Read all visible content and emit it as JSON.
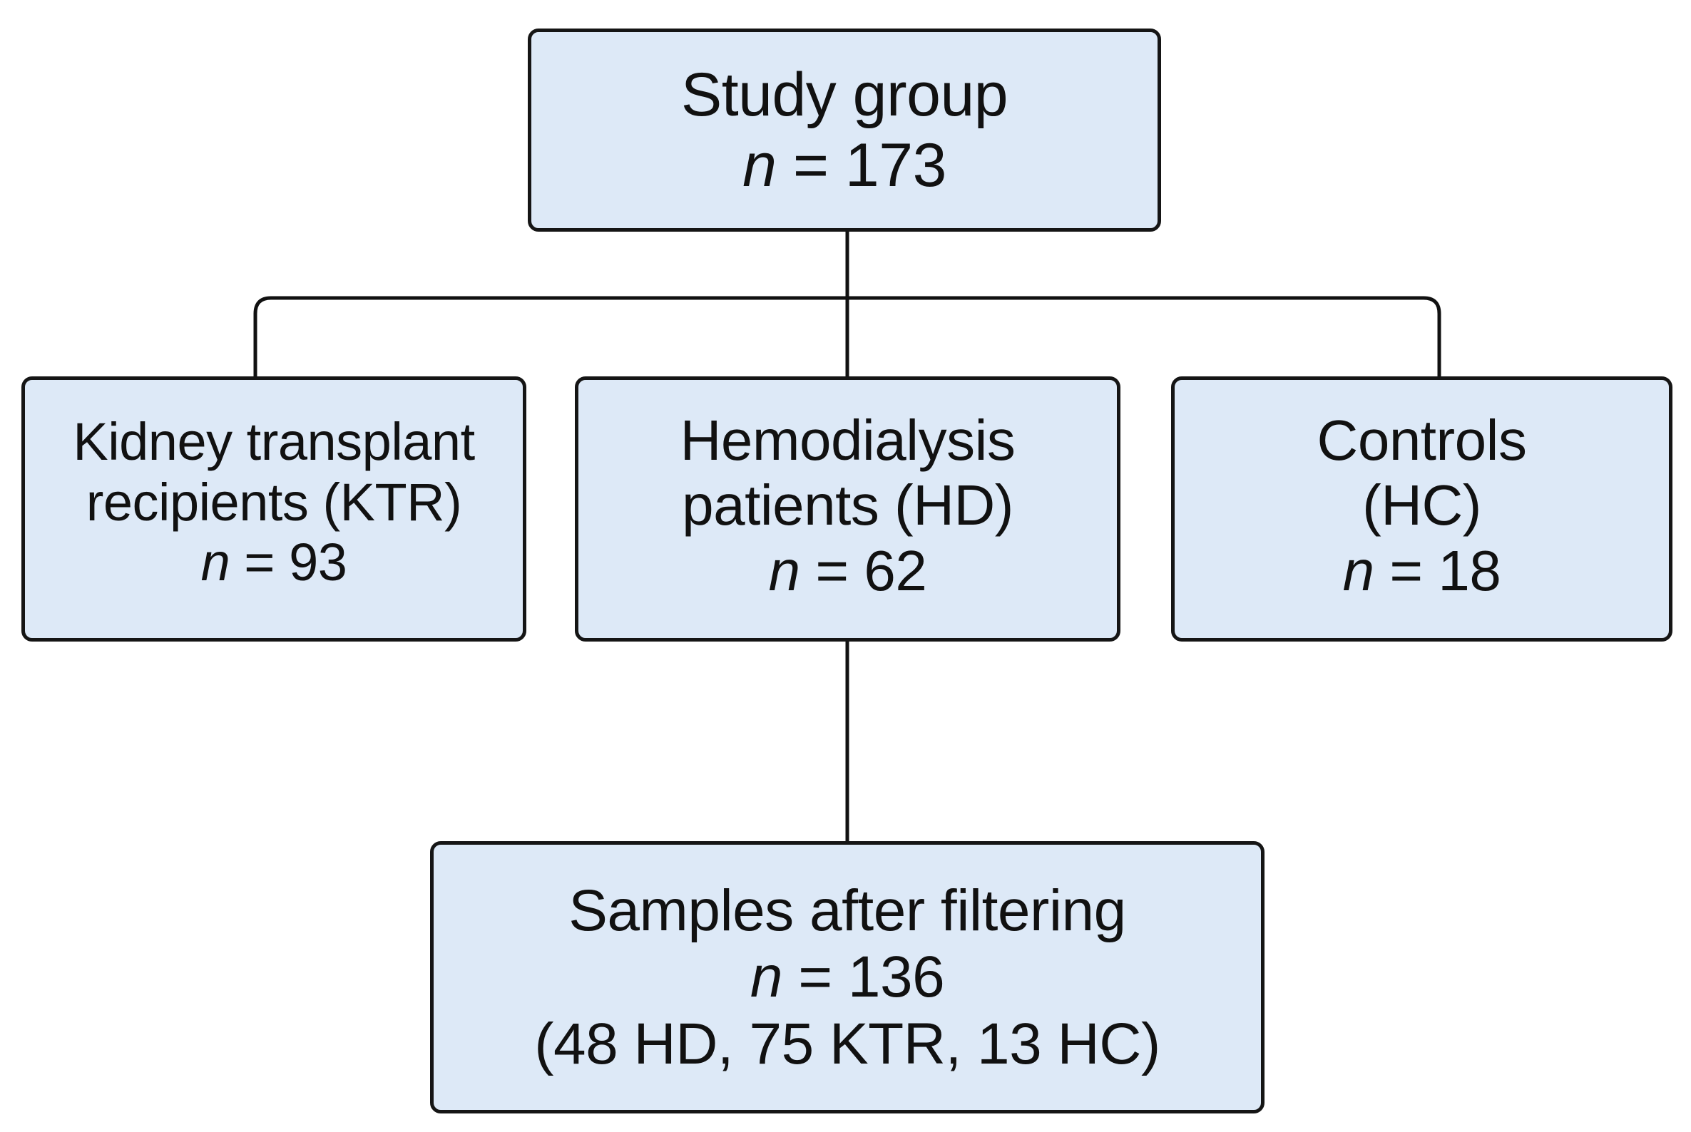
{
  "diagram": {
    "type": "flowchart",
    "colors": {
      "box_fill": "#dde9f7",
      "box_border": "#151515",
      "connector": "#111111",
      "text": "#111111",
      "background": "#ffffff"
    },
    "nodes": {
      "study": {
        "title": "Study group",
        "n_symbol": "n",
        "count_text": " = 173",
        "count": 173
      },
      "ktr": {
        "title_line1": "Kidney transplant",
        "title_line2": "recipients (KTR)",
        "n_symbol": "n",
        "count_text": " = 93",
        "count": 93
      },
      "hd": {
        "title_line1": "Hemodialysis",
        "title_line2": "patients (HD)",
        "n_symbol": "n",
        "count_text": " = 62",
        "count": 62
      },
      "hc": {
        "title_line1": "Controls",
        "title_line2": "(HC)",
        "n_symbol": "n",
        "count_text": " = 18",
        "count": 18
      },
      "samples": {
        "title": "Samples after filtering",
        "n_symbol": "n",
        "count_text": " = 136",
        "count": 136,
        "breakdown": "(48 HD, 75 KTR, 13 HC)"
      }
    },
    "edges": [
      {
        "from": "study",
        "to": "ktr"
      },
      {
        "from": "study",
        "to": "hd"
      },
      {
        "from": "study",
        "to": "hc"
      },
      {
        "from": "hd",
        "to": "samples"
      }
    ]
  }
}
